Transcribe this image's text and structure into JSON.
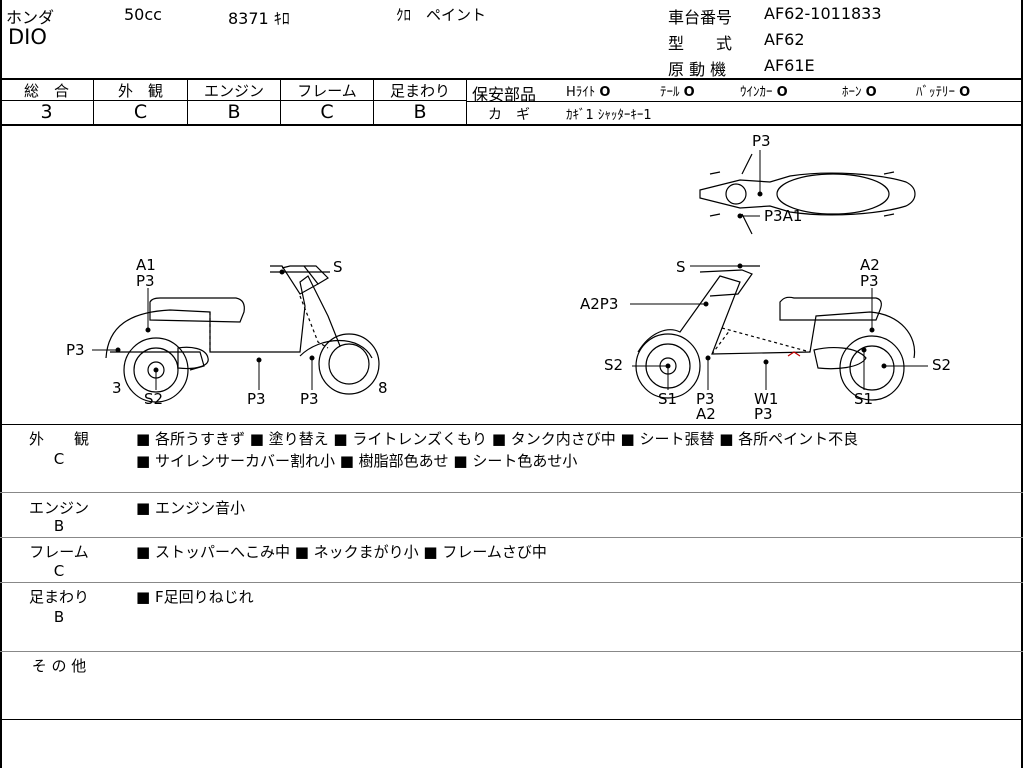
{
  "header": {
    "maker": "ホンダ",
    "displacement": "50cc",
    "mileage": "8371 ｷﾛ",
    "color": "ｸﾛ　ペイント",
    "model_name": "DIO",
    "frame_no_label": "車台番号",
    "frame_no": "AF62-1011833",
    "type_label": "型　　式",
    "type": "AF62",
    "engine_label": "原 動 機",
    "engine": "AF61E"
  },
  "grades": {
    "overall_label": "総　合",
    "overall": "3",
    "exterior_label": "外　観",
    "exterior": "C",
    "engine_label": "エンジン",
    "engine": "B",
    "frame_label": "フレーム",
    "frame": "C",
    "suspension_label": "足まわり",
    "suspension": "B"
  },
  "safety": {
    "label": "保安部品",
    "items": [
      {
        "name": "Hﾗｲﾄ",
        "mark": "O"
      },
      {
        "name": "ﾃｰﾙ",
        "mark": "O"
      },
      {
        "name": "ｳｲﾝｶｰ",
        "mark": "O"
      },
      {
        "name": "ﾎｰﾝ",
        "mark": "O"
      },
      {
        "name": "ﾊﾞｯﾃﾘｰ",
        "mark": "O"
      }
    ],
    "key_label": "カ　ギ",
    "key_value": "ｶｷﾞ1 ｼｬｯﾀｰｷｰ1"
  },
  "diagram": {
    "left": {
      "labels": [
        "A1",
        "P3",
        "S",
        "P3",
        "3",
        "S2",
        "P3",
        "P3",
        "8"
      ]
    },
    "right": {
      "labels": [
        "S",
        "A2",
        "P3",
        "A2P3",
        "S2",
        "S1",
        "P3",
        "A2",
        "W1",
        "P3",
        "S1",
        "S2"
      ]
    },
    "top": {
      "labels": [
        "P3",
        "P3A1"
      ]
    }
  },
  "sections": [
    {
      "label": "外　　観",
      "grade": "C",
      "lines": [
        "■ 各所うすきず ■ 塗り替え ■ ライトレンズくもり ■ タンク内さび中 ■ シート張替 ■ 各所ペイント不良",
        "■ サイレンサーカバー割れ小 ■ 樹脂部色あせ ■ シート色あせ小"
      ]
    },
    {
      "label": "エンジン",
      "grade": "B",
      "lines": [
        "■ エンジン音小"
      ]
    },
    {
      "label": "フレーム",
      "grade": "C",
      "lines": [
        "■ ストッパーへこみ中 ■ ネックまがり小 ■ フレームさび中"
      ]
    },
    {
      "label": "足まわり",
      "grade": "B",
      "lines": [
        "■ F足回りねじれ"
      ]
    },
    {
      "label": "そ の 他",
      "grade": "",
      "lines": []
    }
  ]
}
